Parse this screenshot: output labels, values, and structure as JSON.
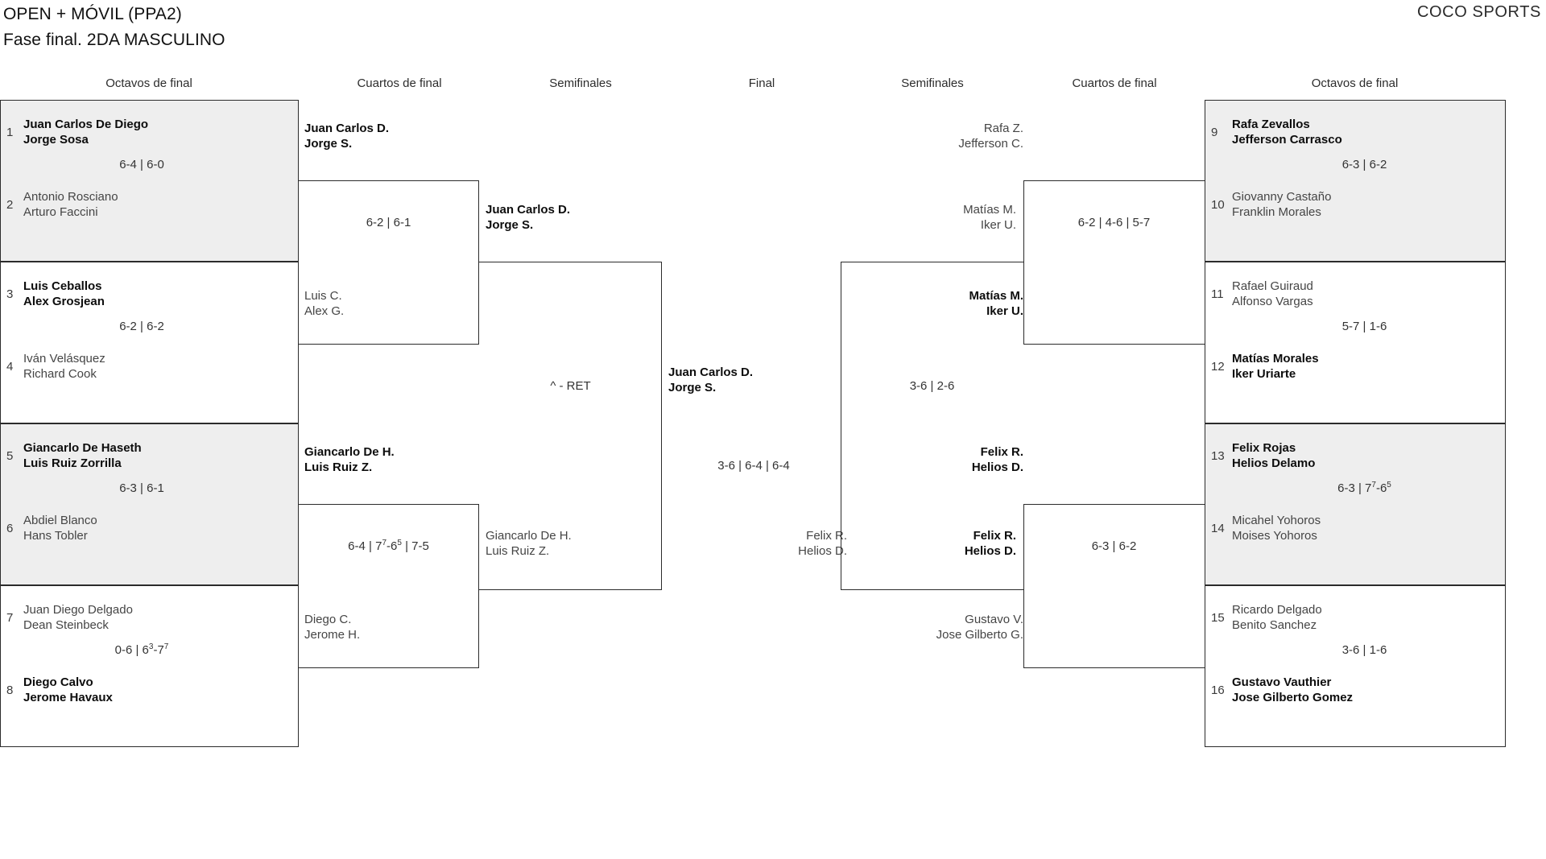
{
  "header": {
    "title_line1": "OPEN + MÓVIL (PPA2)",
    "title_line2": "Fase final. 2DA MASCULINO",
    "brand": "COCO SPORTS"
  },
  "round_headers": {
    "left_r16": "Octavos de final",
    "left_qf": "Cuartos de final",
    "left_sf": "Semifinales",
    "final": "Final",
    "right_sf": "Semifinales",
    "right_qf": "Cuartos de final",
    "right_r16": "Octavos de final"
  },
  "left_r16": [
    {
      "score": "6-4 | 6-0",
      "top": {
        "seed": "1",
        "p1": "Juan Carlos De Diego",
        "p2": "Jorge Sosa",
        "winner": true
      },
      "bottom": {
        "seed": "2",
        "p1": "Antonio Rosciano",
        "p2": "Arturo Faccini",
        "winner": false
      }
    },
    {
      "score": "6-2 | 6-2",
      "top": {
        "seed": "3",
        "p1": "Luis Ceballos",
        "p2": "Alex Grosjean",
        "winner": true
      },
      "bottom": {
        "seed": "4",
        "p1": "Iván Velásquez",
        "p2": "Richard Cook",
        "winner": false
      }
    },
    {
      "score": "6-3 | 6-1",
      "top": {
        "seed": "5",
        "p1": "Giancarlo De Haseth",
        "p2": "Luis Ruiz Zorrilla",
        "winner": true
      },
      "bottom": {
        "seed": "6",
        "p1": "Abdiel Blanco",
        "p2": "Hans Tobler",
        "winner": false
      }
    },
    {
      "score_html": "0-6 | 6<sup>3</sup>-7<sup>7</sup>",
      "top": {
        "seed": "7",
        "p1": "Juan Diego Delgado",
        "p2": "Dean Steinbeck",
        "winner": false
      },
      "bottom": {
        "seed": "8",
        "p1": "Diego Calvo",
        "p2": "Jerome Havaux",
        "winner": true
      }
    }
  ],
  "left_qf": [
    {
      "score_html": "6-2 | 6-1",
      "top": {
        "p1": "Juan Carlos D.",
        "p2": "Jorge S.",
        "winner": true
      },
      "bottom": {
        "p1": "Luis C.",
        "p2": "Alex G.",
        "winner": false
      }
    },
    {
      "score_html": "6-4 | 7<sup>7</sup>-6<sup>5</sup> | 7-5",
      "top": {
        "p1": "Giancarlo De H.",
        "p2": "Luis Ruiz Z.",
        "winner": true
      },
      "bottom": {
        "p1": "Diego C.",
        "p2": "Jerome H.",
        "winner": false
      }
    }
  ],
  "left_sf": [
    {
      "score_html": "^ - RET",
      "top": {
        "p1": "Juan Carlos D.",
        "p2": "Jorge S.",
        "winner": true
      },
      "bottom": {
        "p1": "Giancarlo De H.",
        "p2": "Luis Ruiz Z.",
        "winner": false
      }
    }
  ],
  "final": {
    "score_html": "3-6 | 6-4 | 6-4",
    "top": {
      "p1": "Juan Carlos D.",
      "p2": "Jorge S.",
      "winner": true
    },
    "bottom": {
      "p1": "Felix R.",
      "p2": "Helios D.",
      "winner": false
    }
  },
  "right_sf": [
    {
      "score_html": "3-6 | 2-6",
      "top": {
        "p1": "Matías M.",
        "p2": "Iker U.",
        "winner": false
      },
      "bottom": {
        "p1": "Felix R.",
        "p2": "Helios D.",
        "winner": true
      }
    }
  ],
  "right_qf": [
    {
      "score_html": "6-2 | 4-6 | 5-7",
      "top": {
        "p1": "Rafa Z.",
        "p2": "Jefferson C.",
        "winner": false
      },
      "bottom": {
        "p1": "Matías M.",
        "p2": "Iker U.",
        "winner": true
      }
    },
    {
      "score_html": "6-3 | 6-2",
      "top": {
        "p1": "Felix R.",
        "p2": "Helios D.",
        "winner": true
      },
      "bottom": {
        "p1": "Gustavo V.",
        "p2": "Jose Gilberto G.",
        "winner": false
      }
    }
  ],
  "right_r16": [
    {
      "score_html": "6-3 | 6-2",
      "top": {
        "seed": "9",
        "p1": "Rafa Zevallos",
        "p2": "Jefferson Carrasco",
        "winner": true
      },
      "bottom": {
        "seed": "10",
        "p1": "Giovanny Castaño",
        "p2": "Franklin Morales",
        "winner": false
      }
    },
    {
      "score_html": "5-7 | 1-6",
      "top": {
        "seed": "11",
        "p1": "Rafael Guiraud",
        "p2": "Alfonso Vargas",
        "winner": false
      },
      "bottom": {
        "seed": "12",
        "p1": "Matías Morales",
        "p2": "Iker Uriarte",
        "winner": true
      }
    },
    {
      "score_html": "6-3 | 7<sup>7</sup>-6<sup>5</sup>",
      "top": {
        "seed": "13",
        "p1": "Felix Rojas",
        "p2": "Helios Delamo",
        "winner": true
      },
      "bottom": {
        "seed": "14",
        "p1": "Micahel Yohoros",
        "p2": "Moises Yohoros",
        "winner": false
      }
    },
    {
      "score_html": "3-6 | 1-6",
      "top": {
        "seed": "15",
        "p1": "Ricardo Delgado",
        "p2": "Benito Sanchez",
        "winner": false
      },
      "bottom": {
        "seed": "16",
        "p1": "Gustavo Vauthier",
        "p2": "Jose Gilberto Gomez",
        "winner": true
      }
    }
  ]
}
